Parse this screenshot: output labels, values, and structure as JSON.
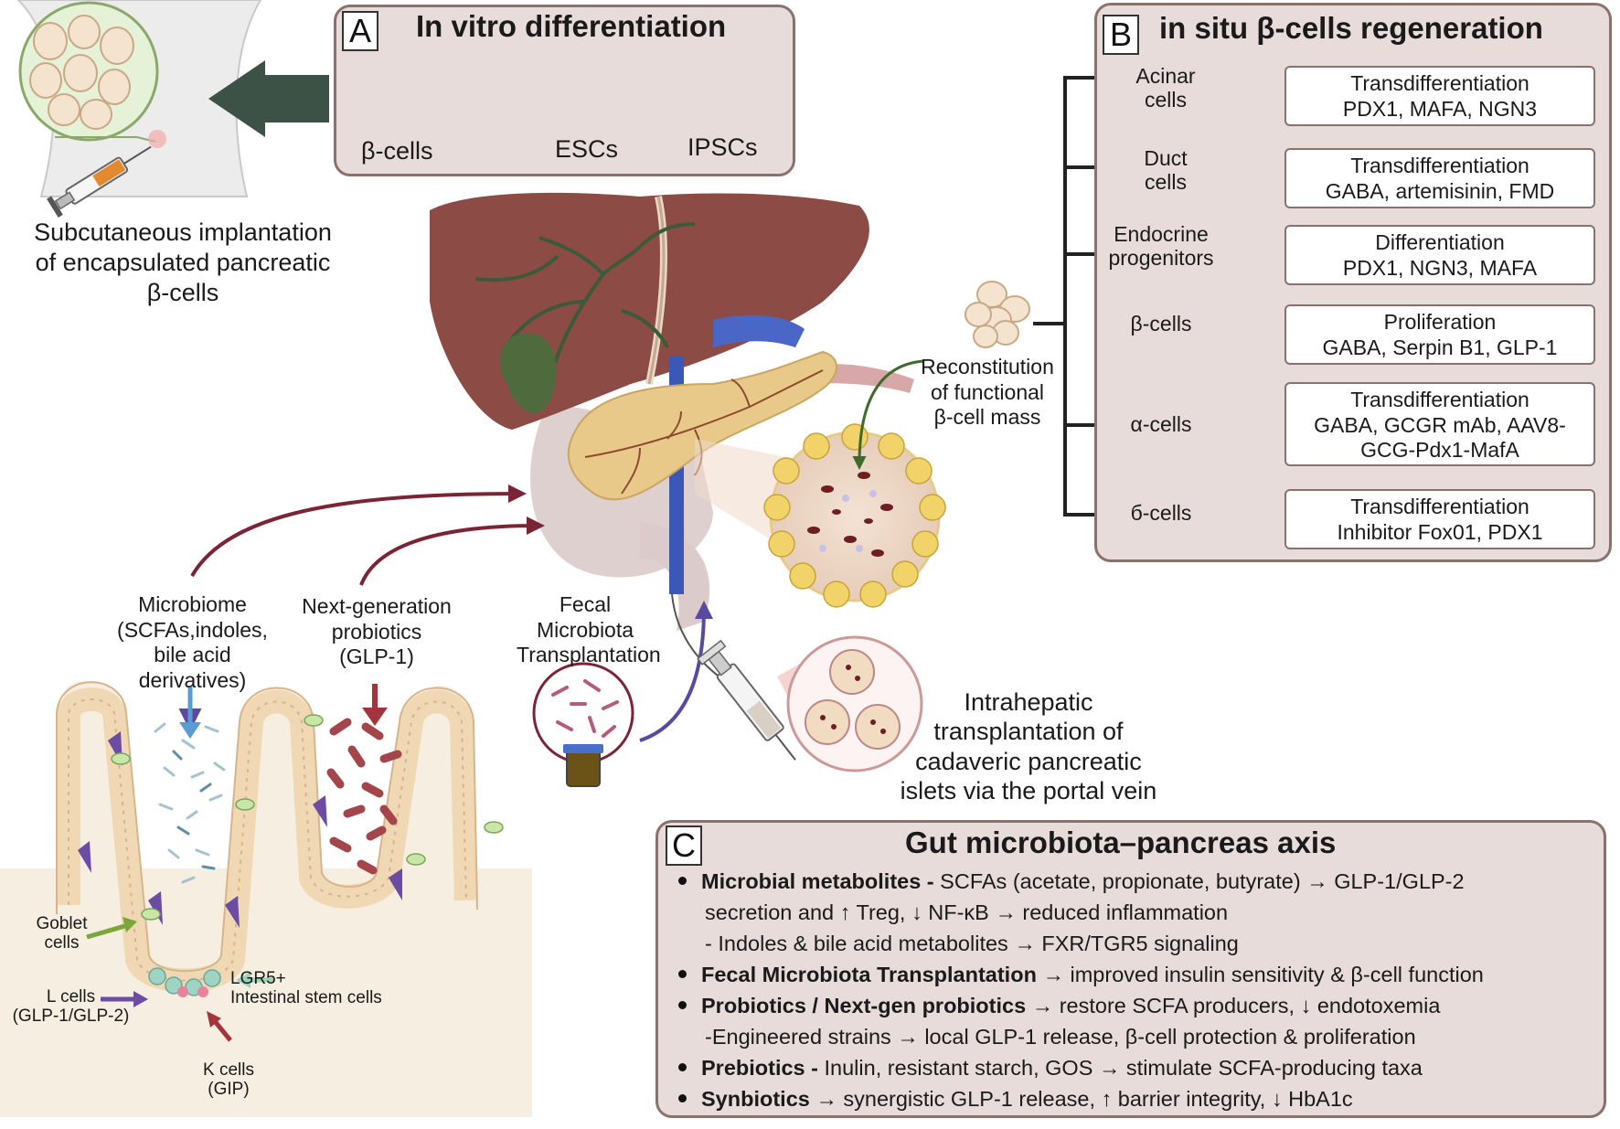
{
  "panelA": {
    "letter": "A",
    "title": "In vitro differentiation",
    "dish_labels": [
      "β-cells",
      "ESCs",
      "IPSCs"
    ]
  },
  "implant_caption": [
    "Subcutaneous implantation",
    "of encapsulated pancreatic",
    "β-cells"
  ],
  "panelB": {
    "letter": "B",
    "title": "in situ β-cells regeneration",
    "rows": [
      {
        "cell": "Acinar\ncells",
        "line1": "Transdifferentiation",
        "line2": "PDX1, MAFA, NGN3"
      },
      {
        "cell": "Duct\ncells",
        "line1": "Transdifferentiation",
        "line2": "GABA, artemisinin, FMD"
      },
      {
        "cell": "Endocrine\nprogenitors",
        "line1": "Differentiation",
        "line2": "PDX1, NGN3, MAFA"
      },
      {
        "cell": "β-cells",
        "line1": "Proliferation",
        "line2": "GABA, Serpin B1, GLP-1"
      },
      {
        "cell": "α-cells",
        "line1": "Transdifferentiation",
        "line2": "GABA, GCGR mAb, AAV8-\nGCG-Pdx1-MafA"
      },
      {
        "cell": "б-cells",
        "line1": "Transdifferentiation",
        "line2": "Inhibitor Fox01, PDX1"
      }
    ]
  },
  "reconstitution": "Reconstitution\nof functional\nβ-cell mass",
  "gut_labels": {
    "microbiome": "Microbiome\n(SCFAs,indoles,\nbile acid\nderivatives)",
    "ngp": "Next-generation\nprobiotics\n(GLP-1)",
    "fmt": "Fecal\nMicrobiota\nTransplantation",
    "goblet": "Goblet\ncells",
    "lcells": "L cells\n(GLP-1/GLP-2)",
    "lgr5": "LGR5+\nIntestinal stem cells",
    "kcells": "K cells\n(GIP)"
  },
  "intrahepatic": "Intrahepatic\ntransplantation of\ncadaveric pancreatic\nislets via the portal vein",
  "panelC": {
    "letter": "C",
    "title": "Gut microbiota–pancreas axis",
    "lines": [
      {
        "bullet": true,
        "bold": "Microbial metabolites -",
        "text": " SCFAs (acetate, propionate, butyrate) → GLP-1/GLP-2"
      },
      {
        "bullet": false,
        "bold": "",
        "text": "secretion and ↑ Treg, ↓ NF-κB → reduced inflammation"
      },
      {
        "bullet": false,
        "bold": "",
        "text": "- Indoles & bile acid metabolites → FXR/TGR5 signaling"
      },
      {
        "bullet": true,
        "bold": "Fecal Microbiota Transplantation",
        "text": " → improved insulin sensitivity & β-cell function"
      },
      {
        "bullet": true,
        "bold": "Probiotics / Next-gen probiotics",
        "text": " → restore SCFA producers, ↓ endotoxemia"
      },
      {
        "bullet": false,
        "bold": "",
        "text": "-Engineered strains → local GLP-1 release, β-cell protection & proliferation"
      },
      {
        "bullet": true,
        "bold": "Prebiotics -",
        "text": " Inulin, resistant starch, GOS → stimulate SCFA-producing taxa"
      },
      {
        "bullet": true,
        "bold": "Synbiotics",
        "text": " → synergistic GLP-1 release, ↑ barrier integrity, ↓ HbA1c"
      }
    ]
  },
  "colors": {
    "panel_bg": "#e7dcd9",
    "panel_border": "#8a716c",
    "liver": "#8c4b45",
    "pancreas": "#e8c98a",
    "arrow_dark_green": "#3d5246",
    "arrow_maroon": "#7a2435",
    "arrow_purple": "#5a49a0"
  }
}
